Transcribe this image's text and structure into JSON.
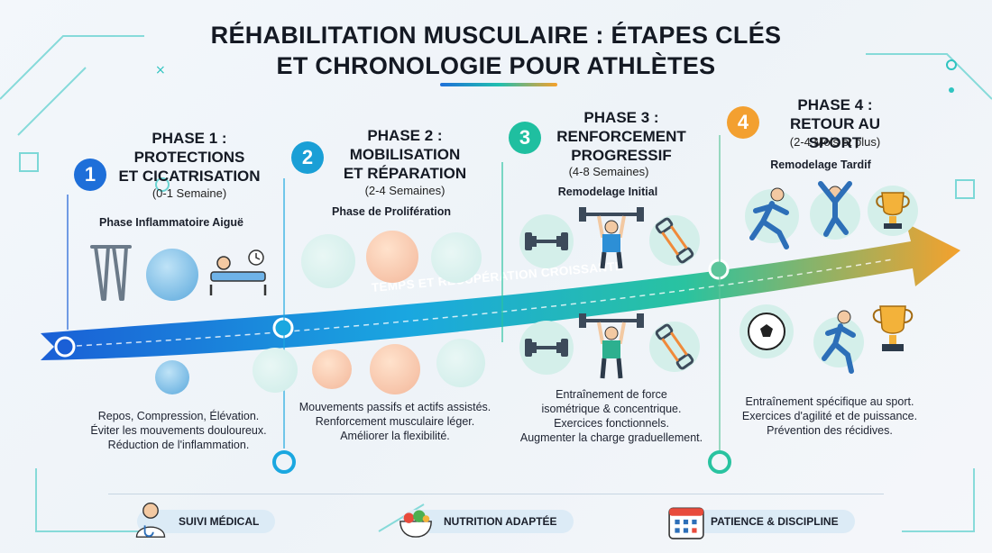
{
  "title": {
    "line1": "RÉHABILITATION MUSCULAIRE : ÉTAPES CLÉS",
    "line2": "ET CHRONOLOGIE POUR ATHLÈTES"
  },
  "arrow_label": "TEMPS ET RÉCUPÉRATION CROISSANTE",
  "colors": {
    "phase1": "#1e6fd9",
    "phase2": "#1a9fd6",
    "phase3": "#1fbfa0",
    "phase4": "#f3a030"
  },
  "phases": [
    {
      "number": "1",
      "title_line1": "PHASE 1 :",
      "title_line2": "PROTECTIONS",
      "title_line3": "ET CICATRISATION",
      "duration": "(0-1 Semaine)",
      "subtitle": "Phase Inflammatoire Aiguë",
      "desc": [
        "Repos, Compression, Élévation.",
        "Éviter les mouvements douloureux.",
        "Réduction de l'inflammation."
      ]
    },
    {
      "number": "2",
      "title_line1": "PHASE 2 :",
      "title_line2": "MOBILISATION",
      "title_line3": "ET RÉPARATION",
      "duration": "(2-4 Semaines)",
      "subtitle": "Phase de Prolifération",
      "desc": [
        "Mouvements passifs et actifs assistés.",
        "Renforcement musculaire léger.",
        "Améliorer la flexibilité."
      ]
    },
    {
      "number": "3",
      "title_line1": "PHASE 3 :",
      "title_line2": "RENFORCEMENT",
      "title_line3": "PROGRESSIF",
      "duration": "(4-8 Semaines)",
      "subtitle": "Remodelage Initial",
      "desc": [
        "Entraînement de force",
        "isométrique & concentrique.",
        "Exercices fonctionnels.",
        "Augmenter la charge graduellement."
      ]
    },
    {
      "number": "4",
      "title_line1": "PHASE 4 :",
      "title_line2": "RETOUR AU SPORT",
      "duration": "(2-4 Mois et plus)",
      "subtitle": "Remodelage Tardif",
      "desc": [
        "Entraînement spécifique au sport.",
        "Exercices d'agilité et de puissance.",
        "Prévention des récidives."
      ]
    }
  ],
  "footer": {
    "medical": "SUIVI MÉDICAL",
    "nutrition": "NUTRITION ADAPTÉE",
    "patience": "PATIENCE & DISCIPLINE"
  }
}
